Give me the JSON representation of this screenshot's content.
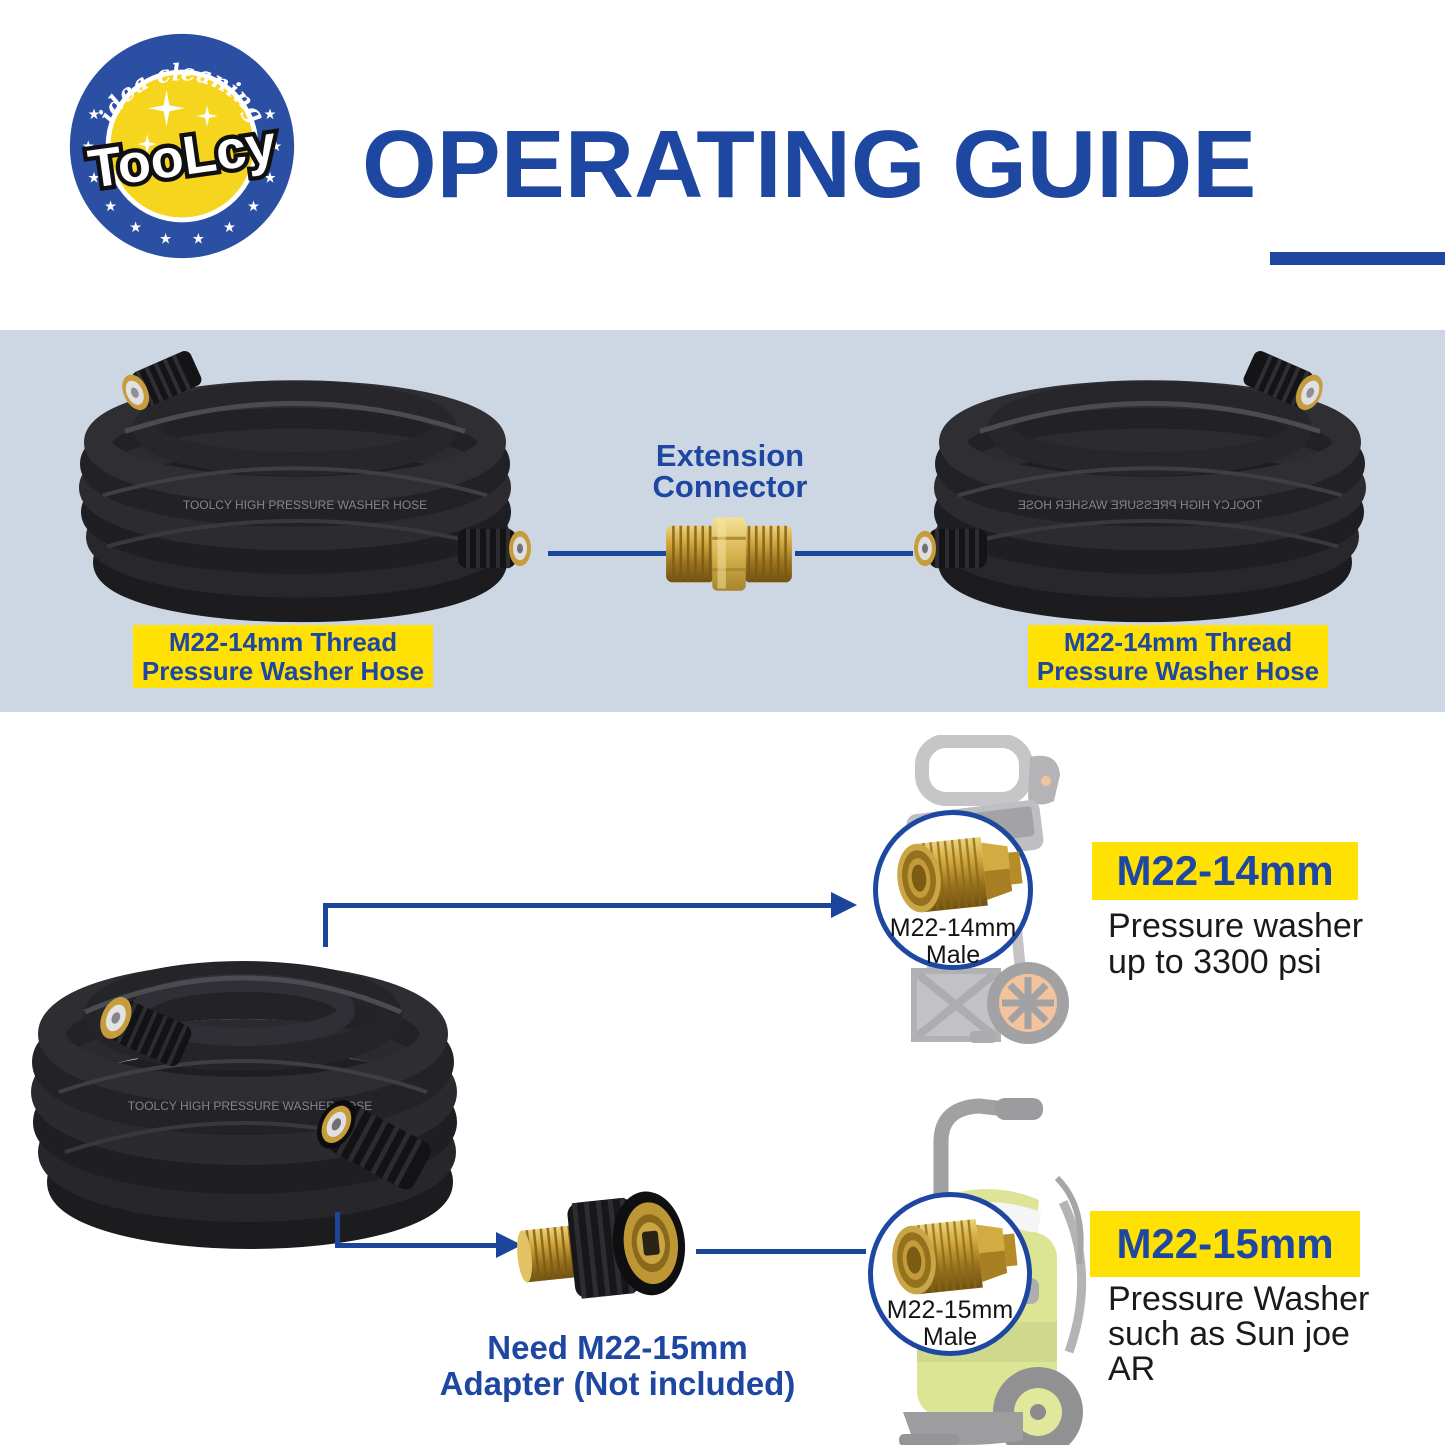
{
  "logo": {
    "tagline": "idea cleaning",
    "brand": "TooLcy"
  },
  "header": {
    "title": "OPERATING GUIDE"
  },
  "colors": {
    "accent_blue": "#1D47A0",
    "line_blue": "#1B459B",
    "badge_yellow": "#FFE104",
    "band_background": "#CDD7E4",
    "text_black": "#1A1A1A",
    "logo_blue": "#2B4FA3",
    "logo_yellow": "#F5D51E"
  },
  "band": {
    "connector_label": {
      "line1": "Extension",
      "line2": "Connector"
    },
    "left_hose_label": {
      "line1": "M22-14mm Thread",
      "line2": "Pressure Washer Hose"
    },
    "right_hose_label": {
      "line1": "M22-14mm Thread",
      "line2": "Pressure Washer Hose"
    },
    "hose_print": "TOOLCY HIGH PRESSURE WASHER HOSE"
  },
  "lower": {
    "m22_14": {
      "circle_label_line1": "M22-14mm",
      "circle_label_line2": "Male",
      "badge": "M22-14mm",
      "desc_line1": "Pressure washer",
      "desc_line2": "up to 3300 psi"
    },
    "m22_15": {
      "circle_label_line1": "M22-15mm",
      "circle_label_line2": "Male",
      "badge": "M22-15mm",
      "desc_line1": "Pressure Washer",
      "desc_line2": "such as Sun joe",
      "desc_line3": "AR"
    },
    "adapter_note": {
      "line1": "Need M22-15mm",
      "line2": "Adapter (Not included)"
    }
  }
}
